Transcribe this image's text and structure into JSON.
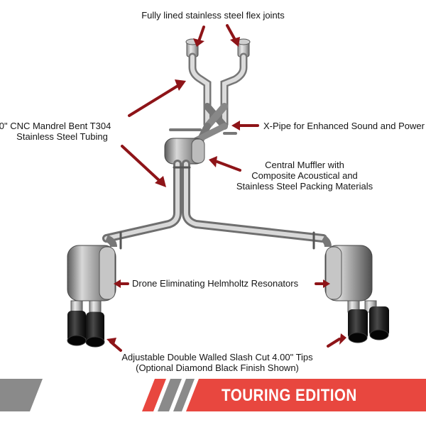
{
  "labels": {
    "flex_joints": "Fully lined stainless steel flex joints",
    "tubing_line1": "2.50\" CNC Mandrel Bent T304",
    "tubing_line2": "Stainless Steel Tubing",
    "xpipe": "X-Pipe for Enhanced Sound and Power",
    "muffler_line1": "Central Muffler with",
    "muffler_line2": "Composite Acoustical and",
    "muffler_line3": "Stainless Steel Packing Materials",
    "resonators": "Drone Eliminating Helmholtz Resonators",
    "tips_line1": "Adjustable Double Walled Slash Cut 4.00\" Tips",
    "tips_line2": "(Optional Diamond Black Finish Shown)"
  },
  "banner": {
    "title": "TOURING EDITION EXHAUST"
  },
  "colors": {
    "arrow": "#8e1418",
    "banner_red": "#e8473f",
    "banner_gray": "#8a8a8a",
    "text": "#151515"
  }
}
